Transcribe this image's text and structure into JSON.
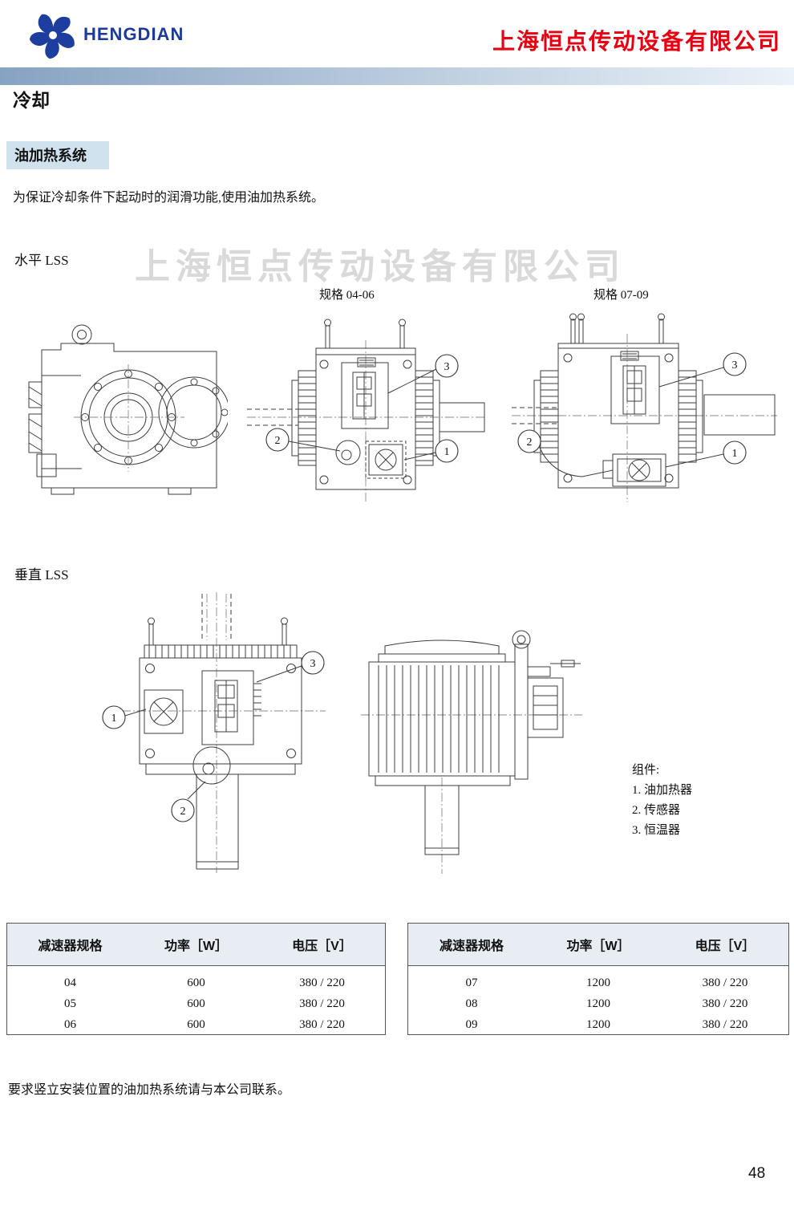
{
  "header": {
    "brand": "HENGDIAN",
    "company": "上海恒点传动设备有限公司"
  },
  "page": {
    "section_title": "冷却",
    "subsection_title": "油加热系统",
    "intro": "为保证冷却条件下起动时的润滑功能,使用油加热系统。",
    "horizontal_label": "水平 LSS",
    "vertical_label": "垂直 LSS",
    "watermark": "上海恒点传动设备有限公司",
    "spec_small": "规格 04-06",
    "spec_large": "规格 07-09",
    "footer_note": "要求竖立安装位置的油加热系统请与本公司联系。",
    "page_number": "48"
  },
  "callouts": {
    "n1": "1",
    "n2": "2",
    "n3": "3"
  },
  "components": {
    "title": "组件:",
    "items": [
      "1. 油加热器",
      "2. 传感器",
      "3. 恒温器"
    ]
  },
  "tables": {
    "left": {
      "headers": [
        "减速器规格",
        "功率［W］",
        "电压［V］"
      ],
      "rows": [
        [
          "04",
          "600",
          "380 / 220"
        ],
        [
          "05",
          "600",
          "380 / 220"
        ],
        [
          "06",
          "600",
          "380 / 220"
        ]
      ]
    },
    "right": {
      "headers": [
        "减速器规格",
        "功率［W］",
        "电压［V］"
      ],
      "rows": [
        [
          "07",
          "1200",
          "380 / 220"
        ],
        [
          "08",
          "1200",
          "380 / 220"
        ],
        [
          "09",
          "1200",
          "380 / 220"
        ]
      ]
    }
  }
}
